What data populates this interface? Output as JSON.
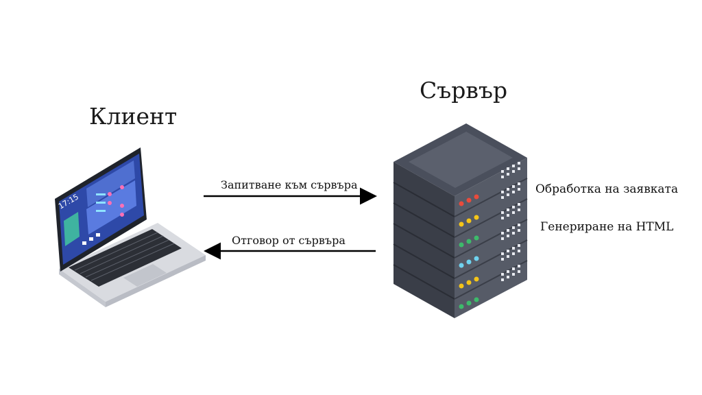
{
  "client": {
    "title": "Клиент",
    "clock": "17:15"
  },
  "server": {
    "title": "Сървър"
  },
  "arrows": {
    "request": "Запитване към сървъра",
    "response": "Отговор от сървъра"
  },
  "server_steps": [
    "Обработка на заявката",
    "Генериране на HTML"
  ],
  "colors": {
    "arrow": "#000000",
    "server_body": "#4a4f5c",
    "server_top": "#5b606d",
    "laptop_screen": "#2e49a8",
    "led_red": "#e94b3c",
    "led_yellow": "#f5c518",
    "led_green": "#3dbb6b",
    "led_cyan": "#6fd3f0"
  }
}
